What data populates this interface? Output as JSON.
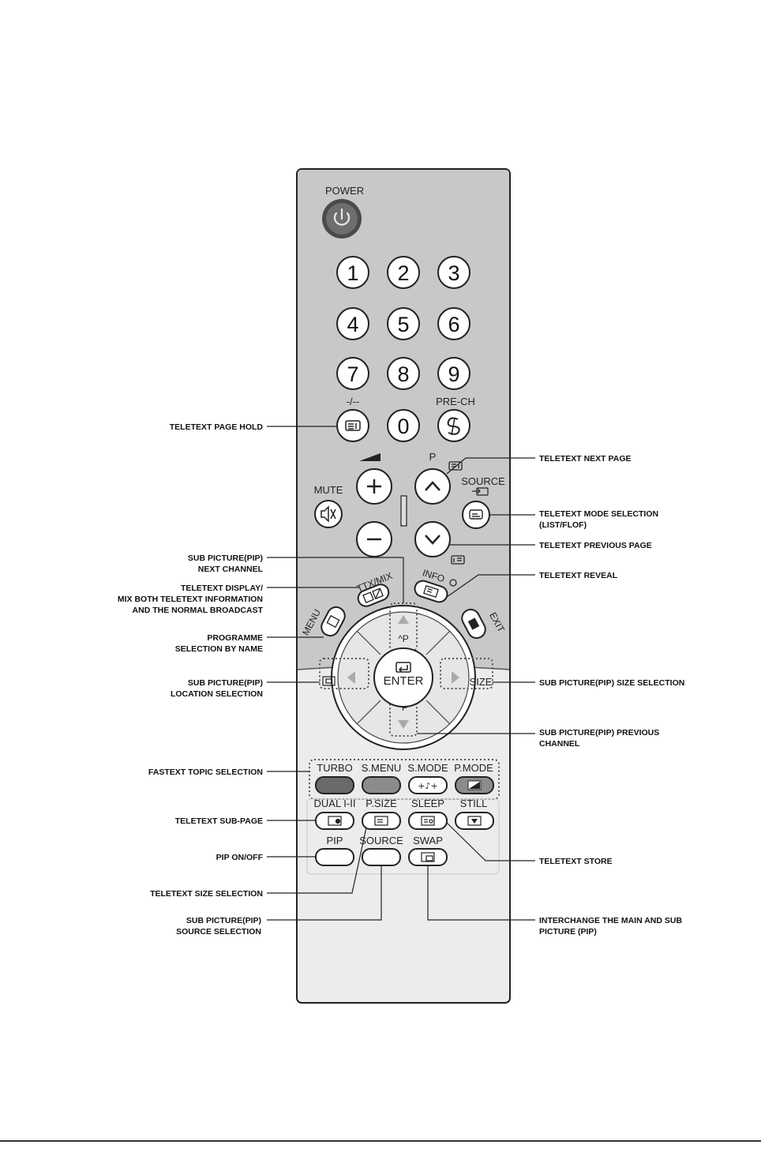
{
  "remote": {
    "power_label": "POWER",
    "digits": [
      "1",
      "2",
      "3",
      "4",
      "5",
      "6",
      "7",
      "8",
      "9",
      "0"
    ],
    "dash_label": "-/--",
    "prech_label": "PRE-CH",
    "p_label": "P",
    "source_label": "SOURCE",
    "mute_label": "MUTE",
    "ttx_label": "TTX/MIX",
    "info_label": "INFO",
    "menu_label": "MENU",
    "exit_label": "EXIT",
    "enter_label": "ENTER",
    "size_label": "SIZE",
    "p_up_label": "^P",
    "p_down_label": "ˇP",
    "row1": [
      "TURBO",
      "S.MENU",
      "S.MODE",
      "P.MODE"
    ],
    "row2": [
      "DUAL I-II",
      "P.SIZE",
      "SLEEP",
      "STILL"
    ],
    "row3": [
      "PIP",
      "SOURCE",
      "SWAP"
    ]
  },
  "callouts_left": {
    "teletext_page_hold": "TELETEXT PAGE HOLD",
    "sub_pip_next_1": "SUB PICTURE(PIP)",
    "sub_pip_next_2": "NEXT CHANNEL",
    "ttx_display_1": "TELETEXT DISPLAY/",
    "ttx_display_2": "MIX BOTH TELETEXT INFORMATION",
    "ttx_display_3": "AND THE NORMAL BROADCAST",
    "programme_1": "PROGRAMME",
    "programme_2": "SELECTION BY NAME",
    "pip_location_1": "SUB PICTURE(PIP)",
    "pip_location_2": "LOCATION SELECTION",
    "fastext": "FASTEXT TOPIC SELECTION",
    "sub_page": "TELETEXT SUB-PAGE",
    "pip_onoff": "PIP ON/OFF",
    "size_selection": "TELETEXT SIZE SELECTION",
    "pip_source_1": "SUB PICTURE(PIP)",
    "pip_source_2": "SOURCE SELECTION"
  },
  "callouts_right": {
    "next_page": "TELETEXT NEXT PAGE",
    "mode_1": "TELETEXT MODE SELECTION",
    "mode_2": "(LIST/FLOF)",
    "prev_page": "TELETEXT PREVIOUS PAGE",
    "reveal": "TELETEXT REVEAL",
    "pip_size": "SUB PICTURE(PIP) SIZE SELECTION",
    "pip_prev_1": "SUB PICTURE(PIP) PREVIOUS",
    "pip_prev_2": "CHANNEL",
    "store": "TELETEXT STORE",
    "interchange_1": "INTERCHANGE THE MAIN AND SUB",
    "interchange_2": "PICTURE (PIP)"
  },
  "colors": {
    "body_top": "#c8c8c8",
    "body_bottom": "#ececec",
    "button": "#ffffff",
    "power": "#6e6e6e",
    "turbo": "#6a6a6a",
    "smenu": "#8c8c8c"
  }
}
